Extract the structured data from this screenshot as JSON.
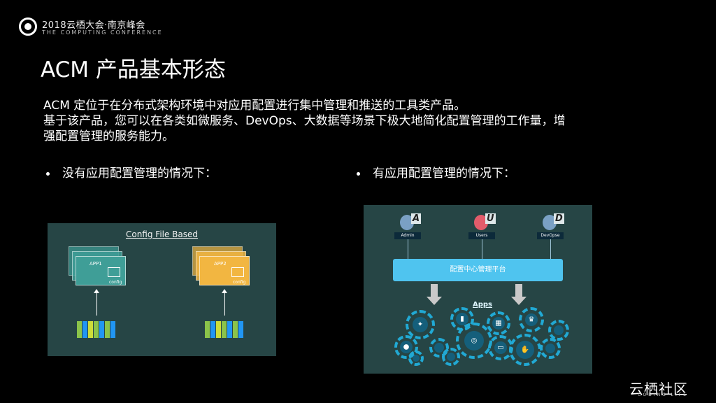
{
  "header": {
    "conference_title": "2018云栖大会·南京峰会",
    "conference_subtitle": "THE COMPUTING CONFERENCE"
  },
  "page": {
    "title": "ACM 产品基本形态",
    "intro_lines": [
      "ACM 定位于在分布式架构环境中对应用配置进行集中管理和推送的工具类产品。",
      "基于该产品，您可以在各类如微服务、DevOps、大数据等场景下极大地简化配置管理的工作量，增",
      "强配置管理的服务能力。"
    ],
    "bullets": {
      "left": "没有应用配置管理的情况下：",
      "right": "有应用配置管理的情况下："
    }
  },
  "left_diagram": {
    "title": "Config File Based",
    "app1": "APP1",
    "app2": "APP2",
    "config_label": "config",
    "colors": {
      "panel": "#264545",
      "app1": "#3f9e97",
      "app2": "#f2b641"
    }
  },
  "right_diagram": {
    "users": [
      {
        "letter": "A",
        "tag": "Admin",
        "color": "#7aa0c4"
      },
      {
        "letter": "U",
        "tag": "Users",
        "color": "#e35c6b"
      },
      {
        "letter": "D",
        "tag": "DevOpse",
        "color": "#7aa0c4"
      }
    ],
    "center_label": "配置中心管理平台",
    "apps_label": "Apps",
    "colors": {
      "panel": "#264545",
      "bar": "#4fc4ef",
      "gear": "#21a9d4"
    }
  },
  "footer": {
    "brand": "云栖社区",
    "sub": "CODING LIFE"
  }
}
